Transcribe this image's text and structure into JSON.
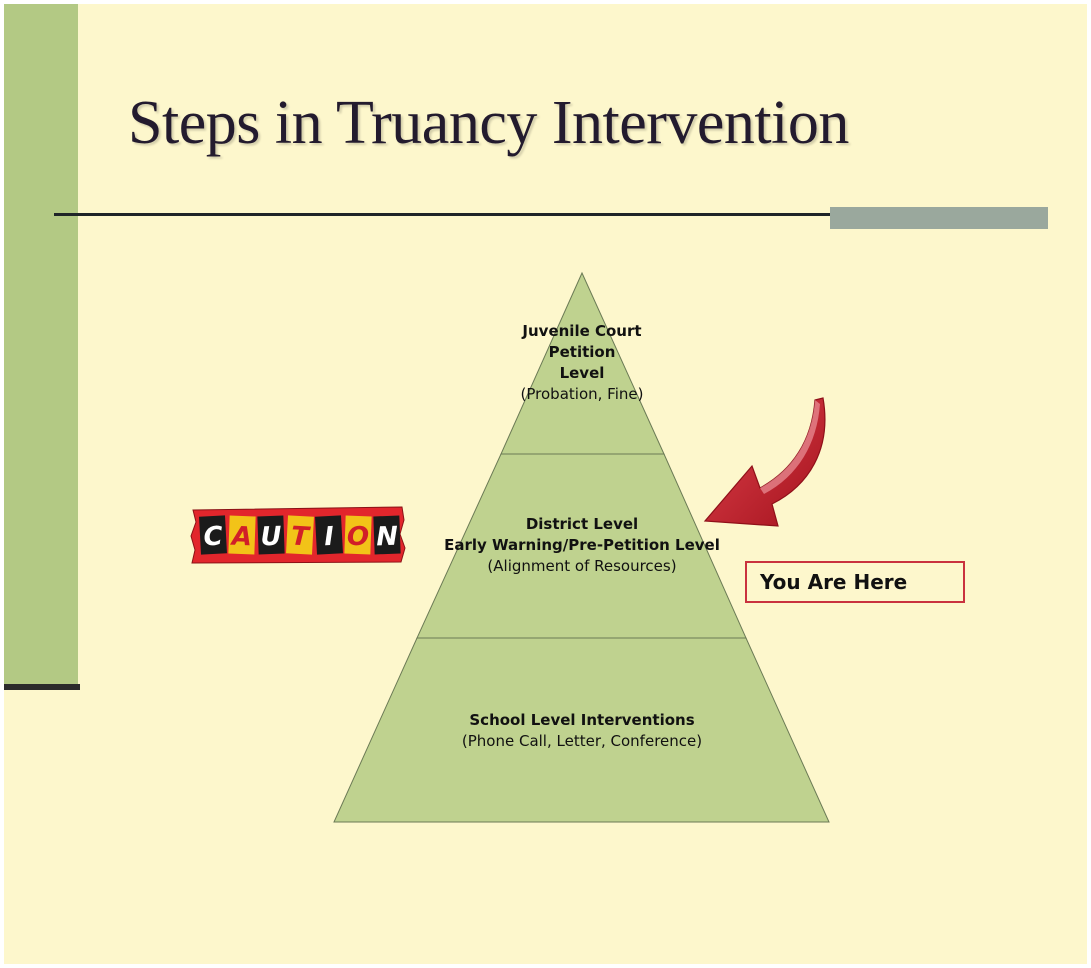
{
  "slide": {
    "title": "Steps in Truancy Intervention",
    "colors": {
      "background": "#fdf7cc",
      "accent_bar": "#b3c984",
      "pyramid_fill": "#bfd28f",
      "callout_border": "#c9323e",
      "arrow": "#c4232e"
    }
  },
  "pyramid": {
    "top": {
      "line1": "Juvenile Court",
      "line2": "Petition",
      "line3": "Level",
      "detail": "(Probation, Fine)"
    },
    "middle": {
      "line1": "District Level",
      "line2": "Early Warning/Pre-Petition Level",
      "detail": "(Alignment of Resources)"
    },
    "bottom": {
      "line1": "School Level Interventions",
      "detail": "(Phone Call, Letter, Conference)"
    }
  },
  "caution_sign": {
    "text": "CAUTION",
    "letters": [
      "C",
      "A",
      "U",
      "T",
      "I",
      "O",
      "N"
    ]
  },
  "callout": {
    "text": "You Are Here",
    "icon": "curved-arrow-icon"
  }
}
